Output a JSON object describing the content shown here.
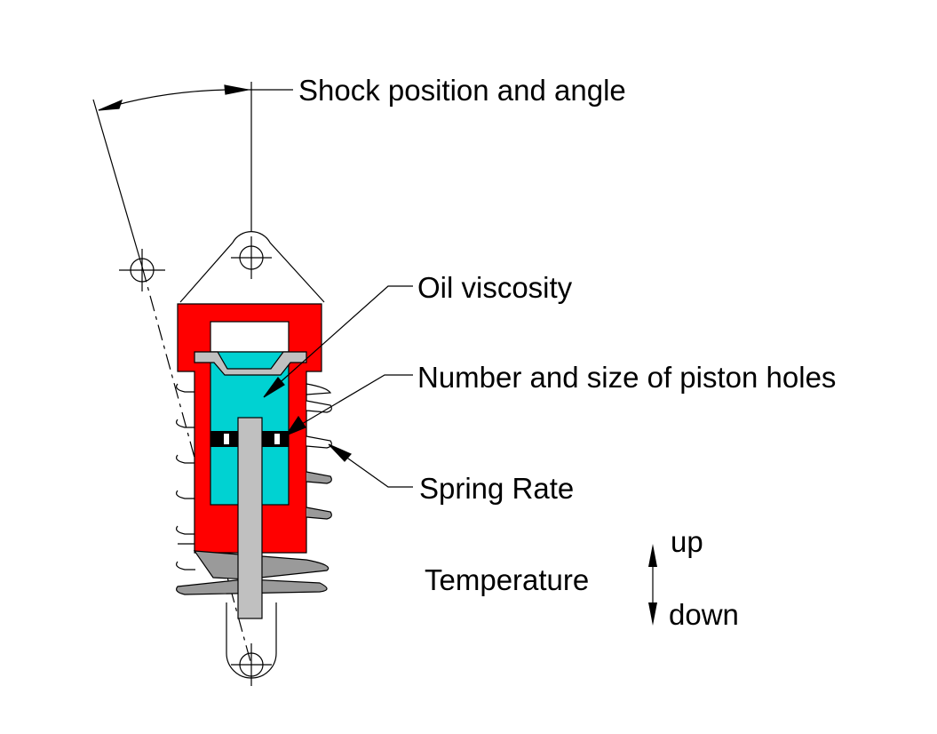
{
  "labels": {
    "shock_position": "Shock position and angle",
    "oil_viscosity": "Oil viscosity",
    "piston_holes": "Number and size of piston holes",
    "spring_rate": "Spring Rate",
    "temperature": "Temperature",
    "up": "up",
    "down": "down"
  },
  "colors": {
    "body": "#ff0000",
    "oil": "#00d2d2",
    "rod": "#c0c0c0",
    "spring_shadow": "#9a9a9a",
    "line": "#000000"
  }
}
